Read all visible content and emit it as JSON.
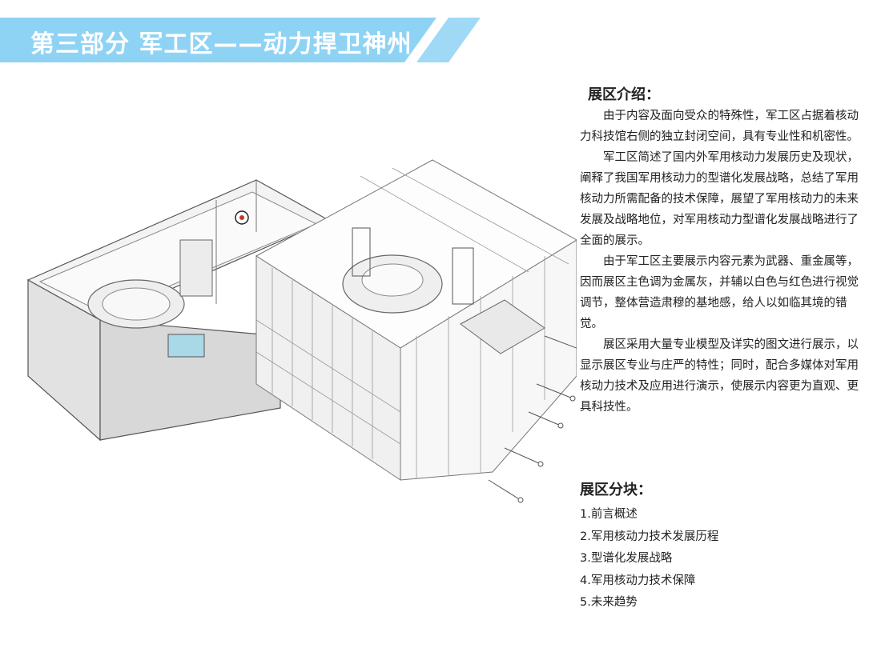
{
  "banner": {
    "title": "第三部分 军工区——动力捍卫神州",
    "colors": {
      "main": "#8fd3f4",
      "stripe": "#9fd9f6"
    }
  },
  "intro": {
    "heading": "展区介绍：",
    "paragraphs": [
      "由于内容及面向受众的特殊性，军工区占据着核动力科技馆右侧的独立封闭空间，具有专业性和机密性。",
      "军工区简述了国内外军用核动力发展历史及现状，阐释了我国军用核动力的型谱化发展战略，总结了军用核动力所需配备的技术保障，展望了军用核动力的未来发展及战略地位，对军用核动力型谱化发展战略进行了全面的展示。",
      "由于军工区主要展示内容元素为武器、重金属等，因而展区主色调为金属灰，并辅以白色与红色进行视觉调节，整体营造肃穆的基地感，给人以如临其境的错觉。",
      "展区采用大量专业模型及详实的图文进行展示，以显示展区专业与庄严的特性；同时，配合多媒体对军用核动力技术及应用进行演示，使展示内容更为直观、更具科技性。"
    ]
  },
  "blocks": {
    "heading": "展区分块：",
    "items": [
      "1.前言概述",
      "2.军用核动力技术发展历程",
      "3.型谱化发展战略",
      "4.军用核动力技术保障",
      "5.未来趋势"
    ]
  }
}
